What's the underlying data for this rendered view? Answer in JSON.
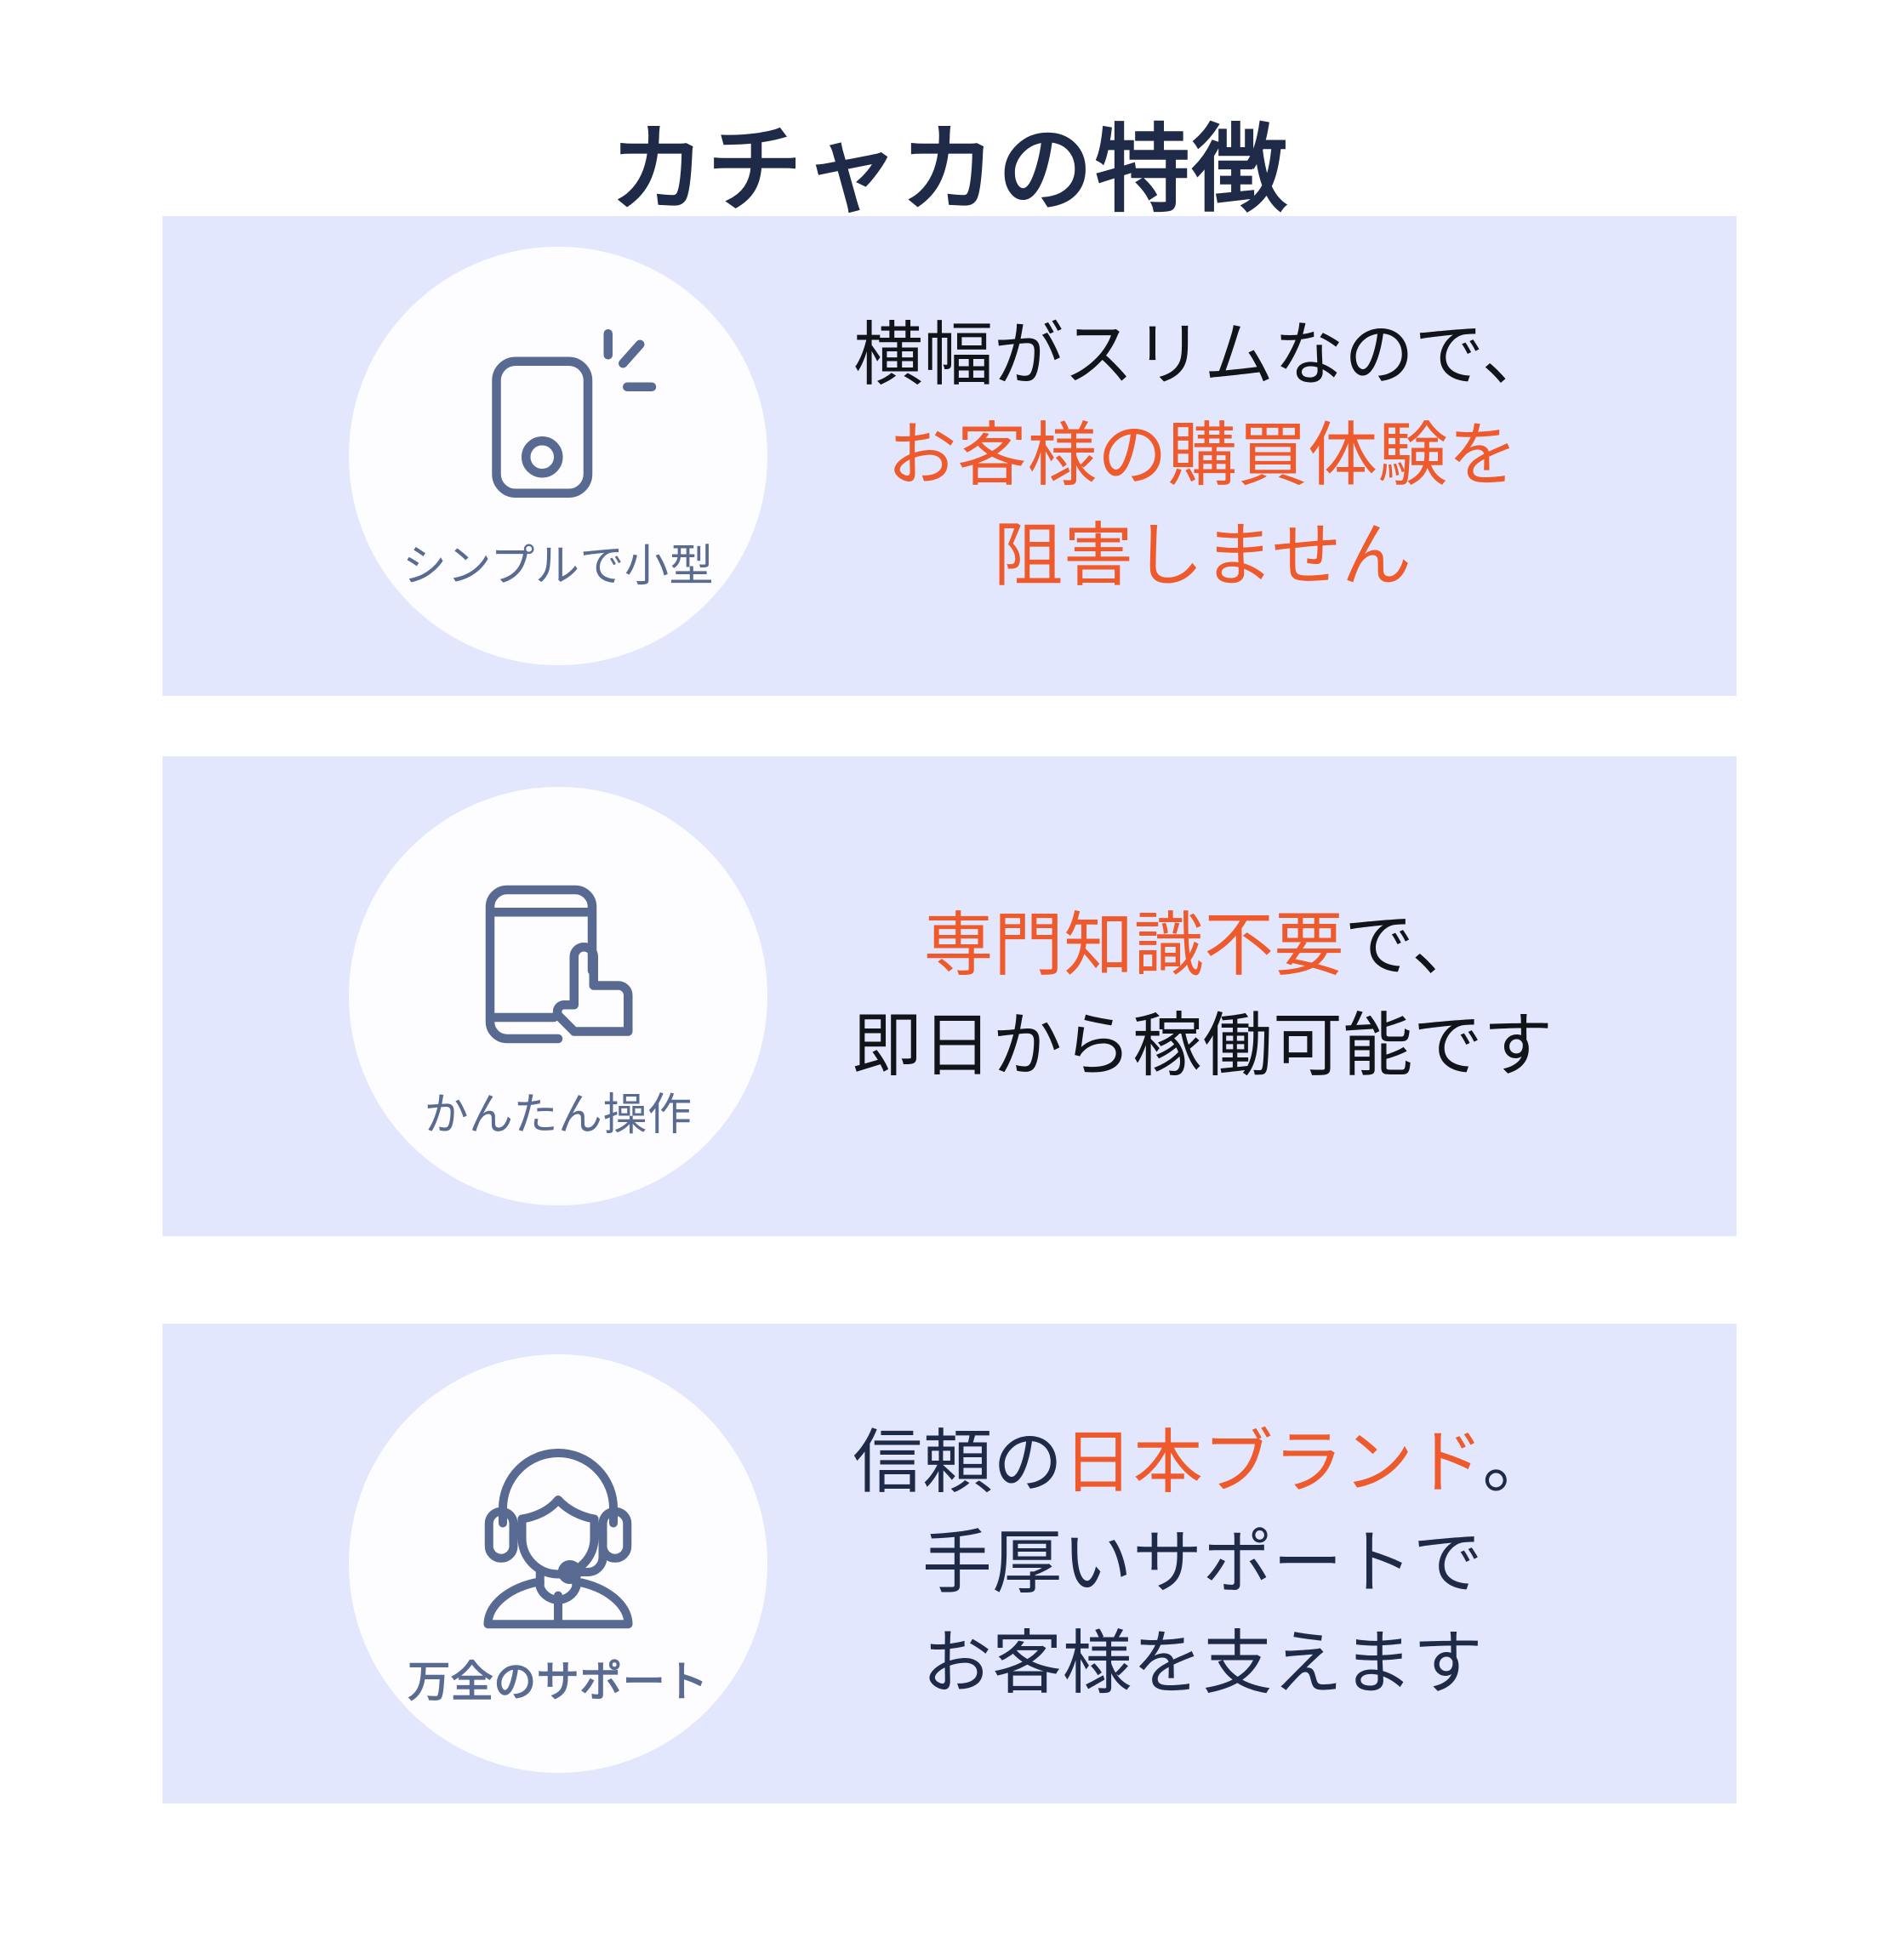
{
  "page": {
    "title": "カチャカの特徴",
    "background_color": "#ffffff"
  },
  "theme": {
    "card_background": "#e3e7fe",
    "bubble_background": "#fdfdff",
    "accent_color": "#ee5a2b",
    "icon_stroke_color": "#586a92",
    "caption_color": "#5a6b92",
    "title_color": "#1e2a47",
    "body_text_color": "#111418"
  },
  "features": [
    {
      "icon_name": "compact-device-sparkle-icon",
      "caption": "シンプルで小型",
      "lines": [
        [
          {
            "text": "横幅がスリムなので、",
            "color": "ink"
          }
        ],
        [
          {
            "text": "お客様の購買体験を",
            "color": "accent"
          }
        ],
        [
          {
            "text": "阻害しません",
            "color": "accent"
          }
        ]
      ]
    },
    {
      "icon_name": "tablet-tap-hand-icon",
      "caption": "かんたん操作",
      "lines": [
        [
          {
            "text": "専門知識不要",
            "color": "accent"
          },
          {
            "text": "で、",
            "color": "ink"
          }
        ],
        [
          {
            "text": "即日から稼働可能です",
            "color": "ink"
          }
        ]
      ]
    },
    {
      "icon_name": "headset-support-agent-icon",
      "caption": "万全のサポート",
      "lines": [
        [
          {
            "text": "信頼の",
            "color": "ink-navy"
          },
          {
            "text": "日本ブランド",
            "color": "accent"
          },
          {
            "text": "。",
            "color": "ink-navy"
          }
        ],
        [
          {
            "text": "手厚いサポートで",
            "color": "ink-navy"
          }
        ],
        [
          {
            "text": "お客様を支えます",
            "color": "ink-navy"
          }
        ]
      ]
    }
  ]
}
